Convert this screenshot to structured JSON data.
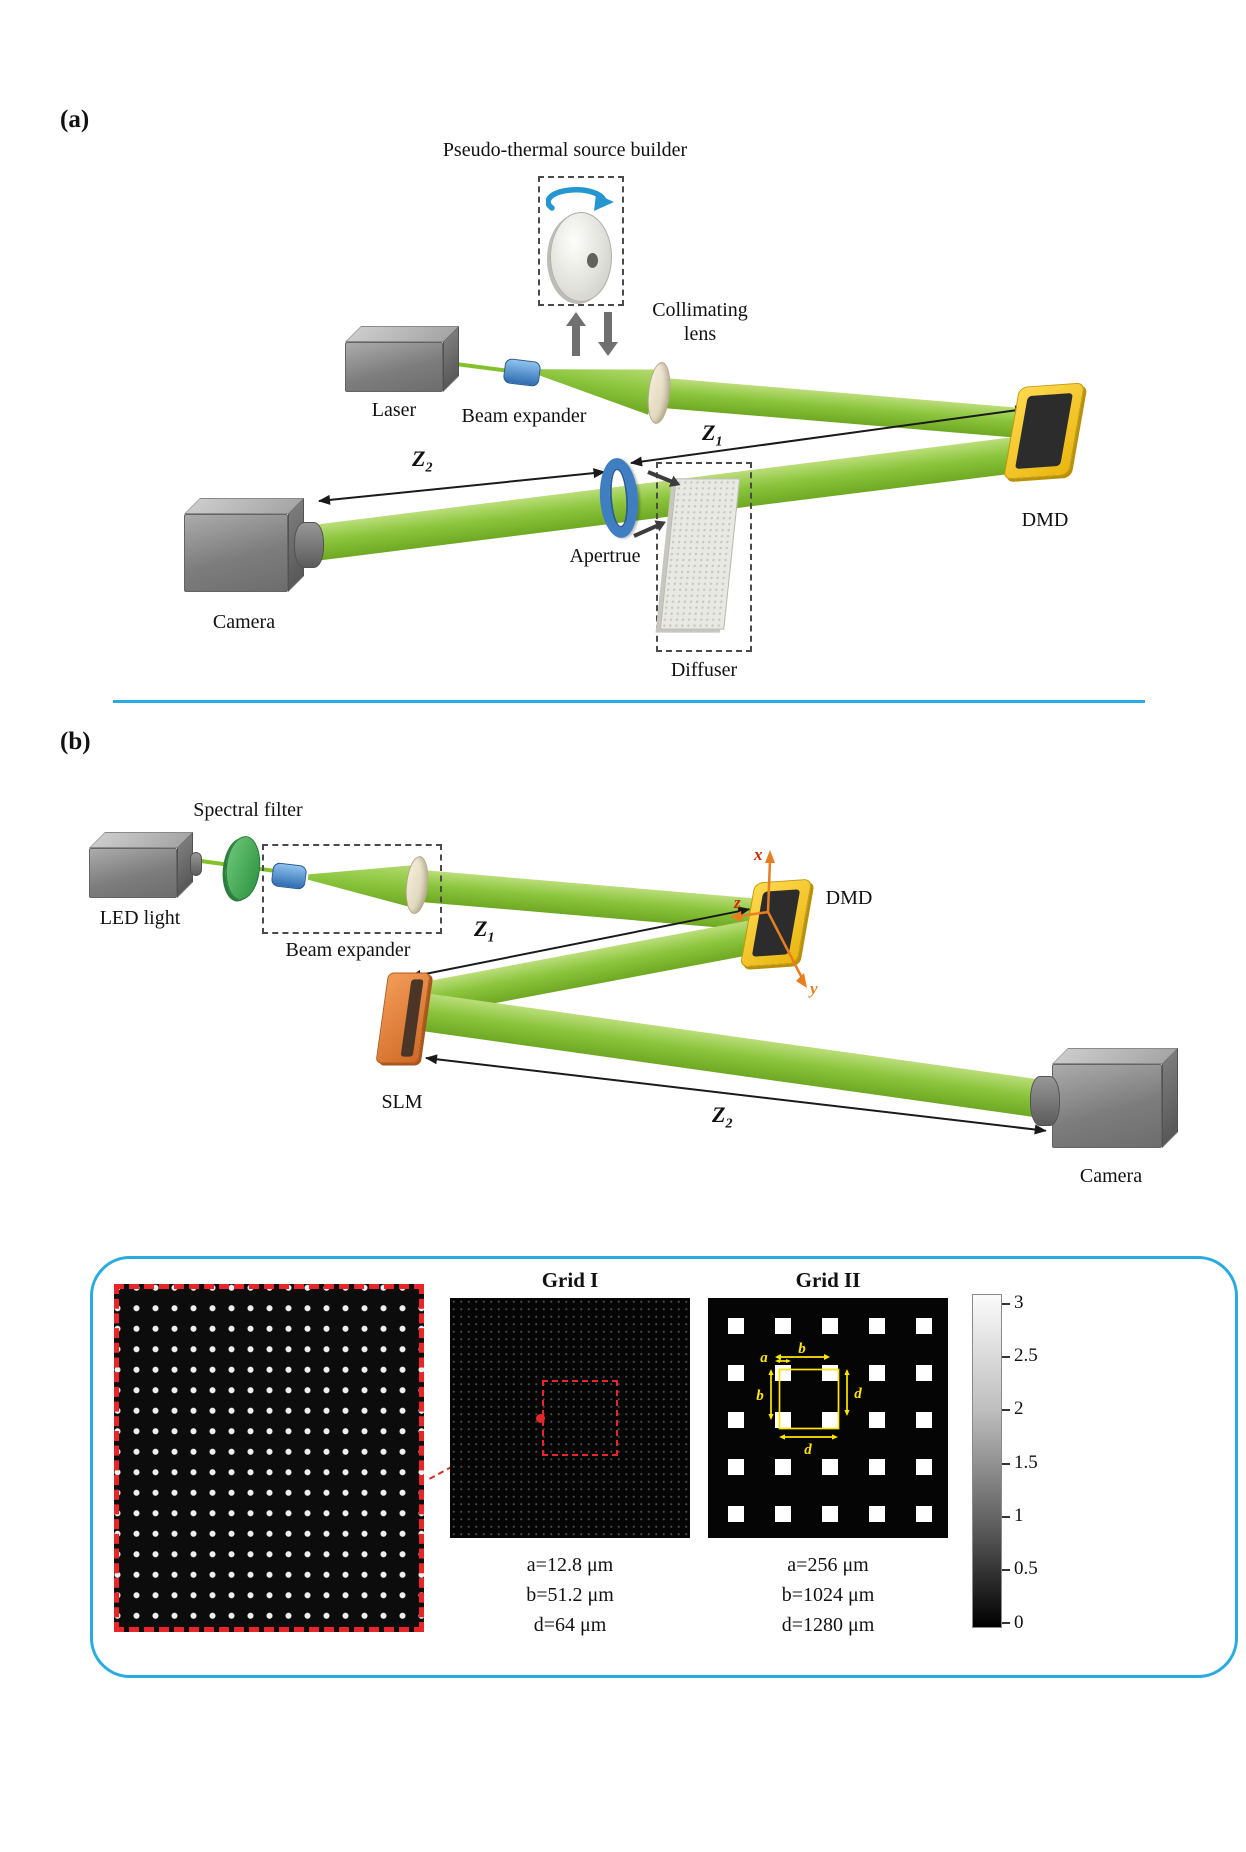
{
  "colors": {
    "beam_green": "#8cc63e",
    "accent_blue": "#29abe2",
    "dmd_yellow": "#eab60e",
    "slm_orange": "#d06a26",
    "red_dashed": "#e8262a",
    "annotation_yellow": "#ffe600",
    "aperture_blue": "#3f7fc1",
    "filter_green": "#2e9142"
  },
  "panel_a": {
    "label": "(a)",
    "source_builder": "Pseudo-thermal source builder",
    "laser": "Laser",
    "beam_expander": "Beam expander",
    "collimating_lens_line1": "Collimating",
    "collimating_lens_line2": "lens",
    "z1": {
      "base": "Z",
      "sub": "1"
    },
    "z2": {
      "base": "Z",
      "sub": "2"
    },
    "dmd": "DMD",
    "aperture": "Apertrue",
    "diffuser": "Diffuser",
    "camera": "Camera"
  },
  "panel_b": {
    "label": "(b)",
    "spectral_filter": "Spectral filter",
    "led": "LED light",
    "beam_expander": "Beam expander",
    "z1": {
      "base": "Z",
      "sub": "1"
    },
    "z2": {
      "base": "Z",
      "sub": "2"
    },
    "dmd": "DMD",
    "slm": "SLM",
    "camera": "Camera",
    "axis_x": "x",
    "axis_y": "y",
    "axis_z": "z"
  },
  "grids": {
    "grid1": {
      "title": "Grid I",
      "param_a": "a=12.8 μm",
      "param_b": "b=51.2 μm",
      "param_d": "d=64 μm"
    },
    "grid2": {
      "title": "Grid II",
      "param_a": "a=256 μm",
      "param_b": "b=1024 μm",
      "param_d": "d=1280 μm",
      "ann_a": "a",
      "ann_b": "b",
      "ann_d": "d"
    },
    "colorbar": {
      "ticks": [
        "3",
        "2.5",
        "2",
        "1.5",
        "1",
        "0.5",
        "0"
      ]
    }
  }
}
